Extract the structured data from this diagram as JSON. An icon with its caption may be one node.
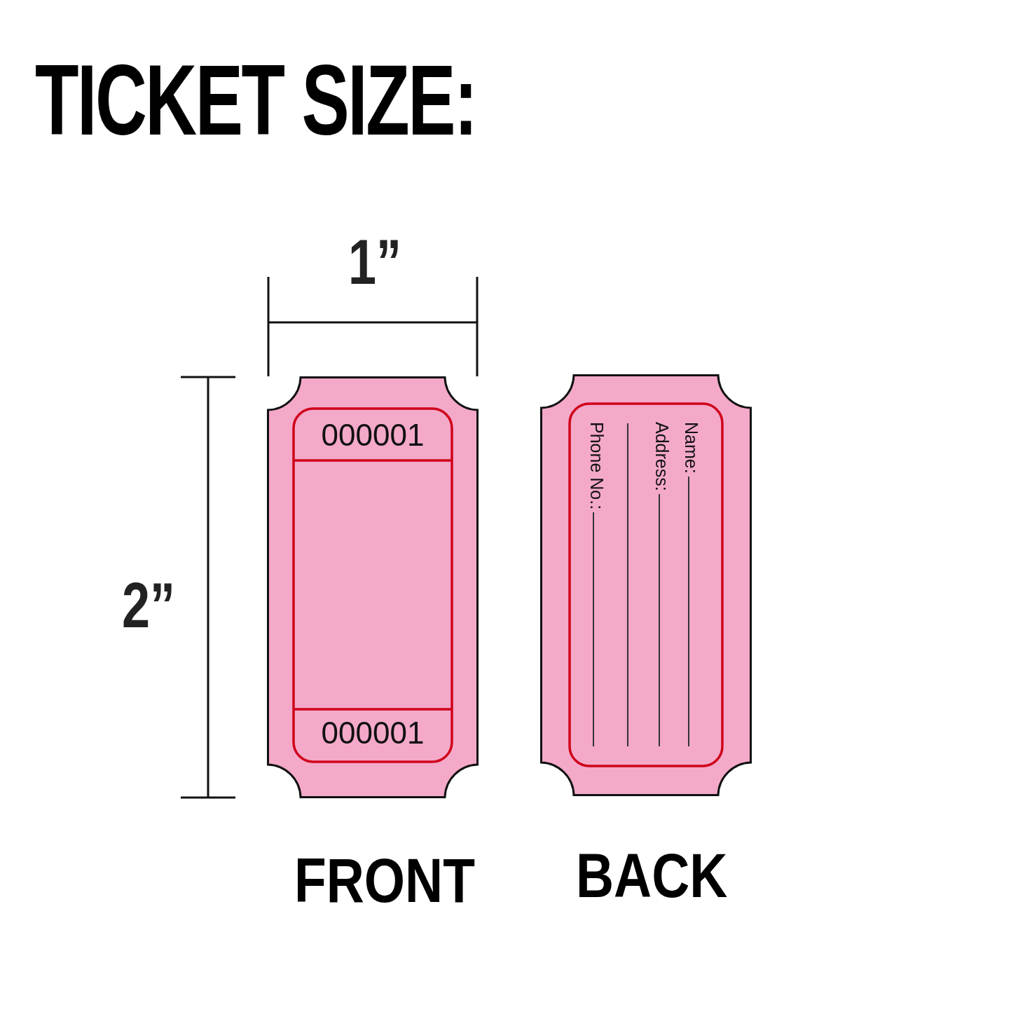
{
  "diagram": {
    "title": "TICKET SIZE:",
    "nodes": [
      {
        "text": [
          "000001",
          "000001"
        ],
        "beside": [
          "FRONT"
        ]
      },
      {
        "text": [
          "Name:",
          "Address:",
          "Phone No.:"
        ],
        "beside": [
          "BACK"
        ]
      }
    ],
    "labels": [
      "1”",
      "2”"
    ]
  }
}
